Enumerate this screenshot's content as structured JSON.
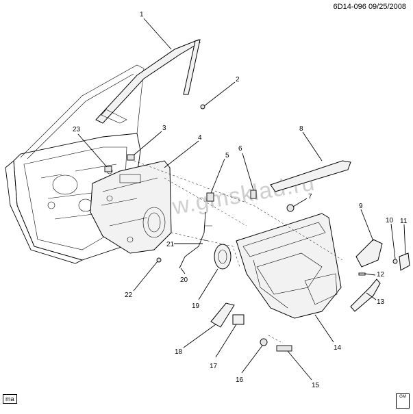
{
  "header": {
    "doc_ref": "6D14-096",
    "date": "09/25/2008"
  },
  "watermark": "www.gmsklad.ru",
  "footer": {
    "mark_left": "ma",
    "stamp": "GM"
  },
  "callouts": [
    {
      "id": "c1",
      "label": "1"
    },
    {
      "id": "c2",
      "label": "2"
    },
    {
      "id": "c3",
      "label": "3"
    },
    {
      "id": "c4",
      "label": "4"
    },
    {
      "id": "c5",
      "label": "5"
    },
    {
      "id": "c6",
      "label": "6"
    },
    {
      "id": "c7",
      "label": "7"
    },
    {
      "id": "c8",
      "label": "8"
    },
    {
      "id": "c9",
      "label": "9"
    },
    {
      "id": "c10",
      "label": "10"
    },
    {
      "id": "c11",
      "label": "11"
    },
    {
      "id": "c12",
      "label": "12"
    },
    {
      "id": "c13",
      "label": "13"
    },
    {
      "id": "c14",
      "label": "14"
    },
    {
      "id": "c15",
      "label": "15"
    },
    {
      "id": "c16",
      "label": "16"
    },
    {
      "id": "c17",
      "label": "17"
    },
    {
      "id": "c18",
      "label": "18"
    },
    {
      "id": "c19",
      "label": "19"
    },
    {
      "id": "c20",
      "label": "20"
    },
    {
      "id": "c21",
      "label": "21"
    },
    {
      "id": "c22",
      "label": "22"
    },
    {
      "id": "c23",
      "label": "23"
    }
  ]
}
